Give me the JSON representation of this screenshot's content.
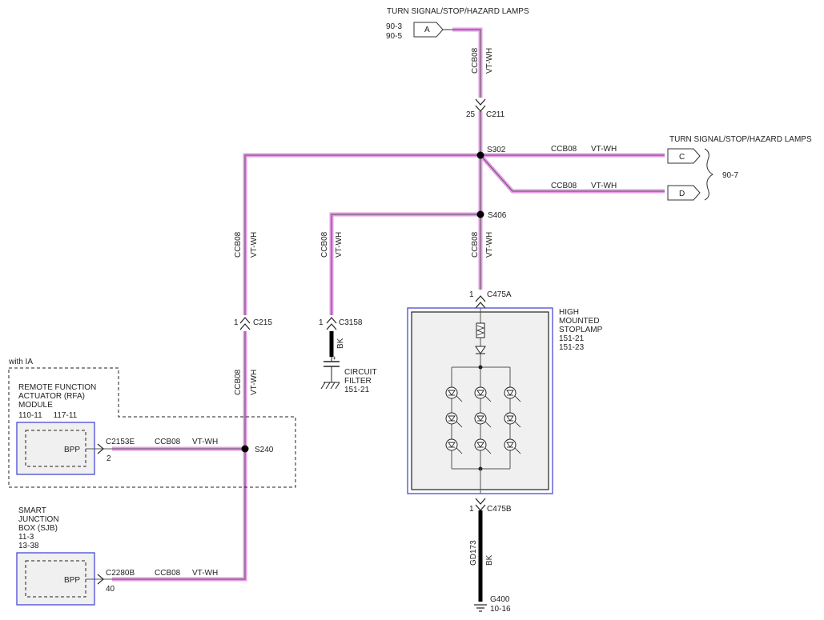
{
  "colors": {
    "wire_violet_white": "#e79ae9",
    "wire_black": "#000000",
    "module_border": "#3b3bd1",
    "module_fill": "#f0f0f0"
  },
  "top_connector": {
    "title": "TURN SIGNAL/STOP/HAZARD LAMPS",
    "refs": [
      "90-3",
      "90-5"
    ],
    "letter": "A"
  },
  "right_connectors": {
    "title": "TURN SIGNAL/STOP/HAZARD LAMPS",
    "ref": "90-7",
    "letters": [
      "C",
      "D"
    ]
  },
  "wire": {
    "circuit": "CCB08",
    "color": "VT-WH",
    "ground_circuit": "GD173",
    "ground_color": "BK"
  },
  "connectors": {
    "c211": {
      "pin": "25",
      "name": "C211"
    },
    "c215": {
      "pin": "1",
      "name": "C215"
    },
    "c3158": {
      "pin": "1",
      "name": "C3158"
    },
    "c475a": {
      "pin": "1",
      "name": "C475A"
    },
    "c475b": {
      "pin": "1",
      "name": "C475B"
    },
    "c2153e": {
      "pin": "2",
      "name": "C2153E"
    },
    "c2280b": {
      "pin": "40",
      "name": "C2280B"
    }
  },
  "splices": [
    "S302",
    "S406",
    "S240"
  ],
  "circuit_filter": {
    "lines": [
      "CIRCUIT",
      "FILTER",
      "151-21"
    ],
    "wire_color": "BK"
  },
  "stoplamp": {
    "lines": [
      "HIGH",
      "MOUNTED",
      "STOPLAMP",
      "151-21",
      "151-23"
    ]
  },
  "rfa_module": {
    "option": "with IA",
    "lines": [
      "REMOTE FUNCTION",
      "ACTUATOR (RFA)",
      "MODULE"
    ],
    "refs": "110-11     117-11",
    "pin_label": "BPP"
  },
  "sjb_module": {
    "lines": [
      "SMART",
      "JUNCTION",
      "BOX (SJB)",
      "11-3",
      "13-38"
    ],
    "pin_label": "BPP"
  },
  "ground": {
    "name": "G400",
    "ref": "10-16"
  }
}
